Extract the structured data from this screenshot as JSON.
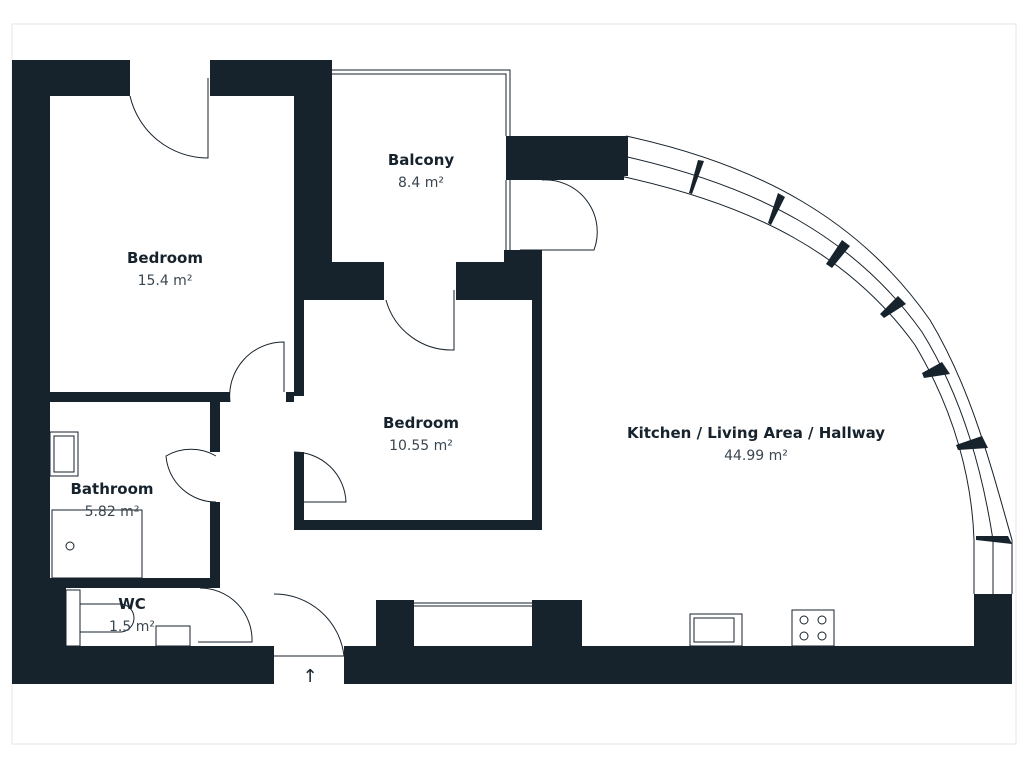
{
  "plan": {
    "wall_color": "#16222c",
    "rooms": [
      {
        "id": "bedroom-1",
        "name": "Bedroom",
        "area": "15.4 m²"
      },
      {
        "id": "balcony",
        "name": "Balcony",
        "area": "8.4 m²"
      },
      {
        "id": "bedroom-2",
        "name": "Bedroom",
        "area": "10.55 m²"
      },
      {
        "id": "kitchen",
        "name": "Kitchen / Living Area / Hallway",
        "area": "44.99 m²"
      },
      {
        "id": "bathroom",
        "name": "Bathroom",
        "area": "5.82 m²"
      },
      {
        "id": "wc",
        "name": "WC",
        "area": "1.5 m²"
      }
    ],
    "entrance_arrow": "↑"
  }
}
